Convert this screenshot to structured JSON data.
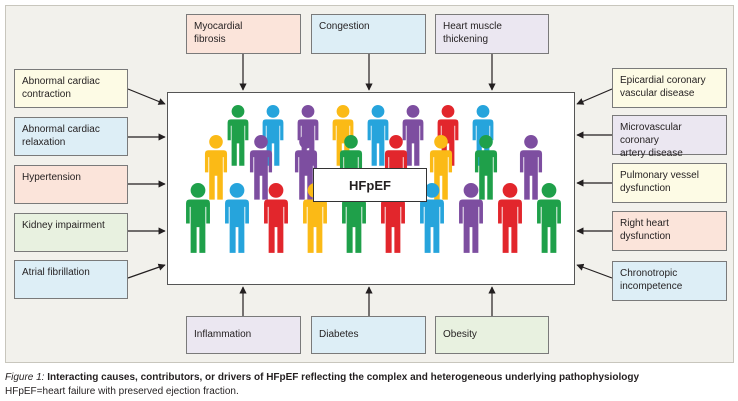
{
  "center_label": "HFpEF",
  "top": [
    {
      "label": "Myocardial\nfibrosis",
      "color": "pink"
    },
    {
      "label": "Congestion",
      "color": "blue"
    },
    {
      "label": "Heart muscle\nthickening",
      "color": "violet"
    }
  ],
  "left": [
    {
      "label": "Abnormal cardiac\ncontraction",
      "color": "yellow"
    },
    {
      "label": "Abnormal cardiac\nrelaxation",
      "color": "blue"
    },
    {
      "label": "Hypertension",
      "color": "pink"
    },
    {
      "label": "Kidney impairment",
      "color": "green"
    },
    {
      "label": "Atrial fibrillation",
      "color": "blue"
    }
  ],
  "right": [
    {
      "label": "Epicardial coronary\nvascular disease",
      "color": "yellow"
    },
    {
      "label": "Microvascular coronary\nartery disease",
      "color": "violet"
    },
    {
      "label": "Pulmonary vessel\ndysfunction",
      "color": "yellow"
    },
    {
      "label": "Right heart dysfunction",
      "color": "pink"
    },
    {
      "label": "Chronotropic\nincompetence",
      "color": "blue"
    }
  ],
  "bottom": [
    {
      "label": "Inflammation",
      "color": "violet"
    },
    {
      "label": "Diabetes",
      "color": "blue"
    },
    {
      "label": "Obesity",
      "color": "green"
    }
  ],
  "figure_colors": {
    "green": "#1fa04a",
    "blue": "#26a4dc",
    "yellow": "#fbba16",
    "red": "#e2262c",
    "purple": "#7d4ea0"
  },
  "people": {
    "back": [
      "green",
      "blue",
      "purple",
      "yellow",
      "blue",
      "purple",
      "red",
      "blue"
    ],
    "middle": [
      "yellow",
      "purple",
      "purple",
      "green",
      "red",
      "yellow",
      "green",
      "purple"
    ],
    "front": [
      "green",
      "blue",
      "red",
      "yellow",
      "green",
      "red",
      "blue",
      "purple",
      "red",
      "green"
    ]
  },
  "caption": {
    "label": "Figure 1:",
    "title": " Interacting causes, contributors, or drivers of HFpEF reflecting the complex and heterogeneous underlying pathophysiology",
    "footnote": "HFpEF=heart failure with preserved ejection fraction."
  }
}
